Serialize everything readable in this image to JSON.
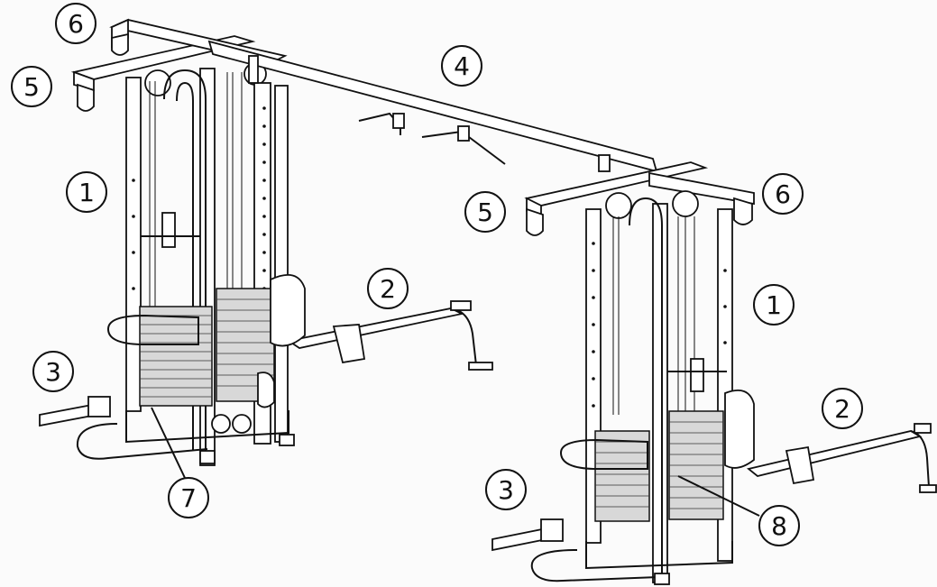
{
  "callouts": [
    {
      "id": "c6a",
      "text": "6"
    },
    {
      "id": "c5a",
      "text": "5"
    },
    {
      "id": "c4",
      "text": "4"
    },
    {
      "id": "c1a",
      "text": "1"
    },
    {
      "id": "c5b",
      "text": "5"
    },
    {
      "id": "c6b",
      "text": "6"
    },
    {
      "id": "c2a",
      "text": "2"
    },
    {
      "id": "c1b",
      "text": "1"
    },
    {
      "id": "c3a",
      "text": "3"
    },
    {
      "id": "c2b",
      "text": "2"
    },
    {
      "id": "c3b",
      "text": "3"
    },
    {
      "id": "c7",
      "text": "7"
    },
    {
      "id": "c8",
      "text": "8"
    }
  ]
}
